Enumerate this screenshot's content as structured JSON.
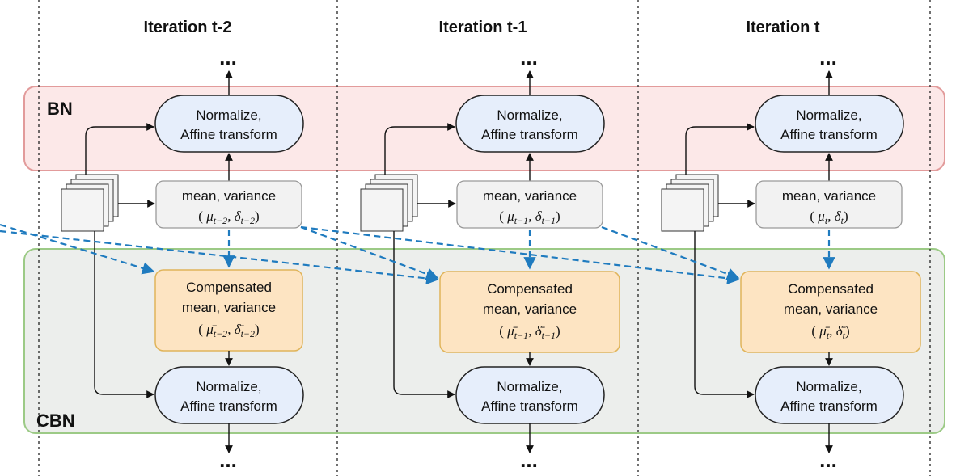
{
  "regions": {
    "bn_label": "BN",
    "cbn_label": "CBN"
  },
  "continuation": "...",
  "columns": [
    {
      "title": "Iteration t-2",
      "bn_box": [
        "Normalize,",
        "Affine transform"
      ],
      "stats_box": {
        "line1": "mean, variance",
        "mu_sub": "t−2",
        "delta_sub": "t−2"
      },
      "comp_box": {
        "line1": "Compensated",
        "line2": "mean, variance",
        "mu_sub": "t−2",
        "delta_sub": "t−2"
      },
      "cbn_box": [
        "Normalize,",
        "Affine transform"
      ]
    },
    {
      "title": "Iteration t-1",
      "bn_box": [
        "Normalize,",
        "Affine transform"
      ],
      "stats_box": {
        "line1": "mean, variance",
        "mu_sub": "t−1",
        "delta_sub": "t−1"
      },
      "comp_box": {
        "line1": "Compensated",
        "line2": "mean, variance",
        "mu_sub": "t−1",
        "delta_sub": "t−1"
      },
      "cbn_box": [
        "Normalize,",
        "Affine transform"
      ]
    },
    {
      "title": "Iteration t",
      "bn_box": [
        "Normalize,",
        "Affine transform"
      ],
      "stats_box": {
        "line1": "mean, variance",
        "mu_sub": "t",
        "delta_sub": "t"
      },
      "comp_box": {
        "line1": "Compensated",
        "line2": "mean, variance",
        "mu_sub": "t",
        "delta_sub": "t"
      },
      "cbn_box": [
        "Normalize,",
        "Affine transform"
      ]
    }
  ],
  "math_symbols": {
    "mu": "μ",
    "delta": "δ",
    "mu_bar": "μ̄",
    "delta_bar": "δ̄"
  },
  "colors": {
    "bn_fill": "#fce8e8",
    "bn_stroke": "#e29b9b",
    "cbn_fill": "#eceeec",
    "cbn_stroke": "#9cca86",
    "norm_fill": "#e6eefb",
    "norm_stroke": "#222222",
    "stats_fill": "#f2f2f2",
    "stats_stroke": "#9a9a9a",
    "comp_fill": "#fde4c2",
    "comp_stroke": "#e0b45a",
    "dashed_arrow": "#1f7bbf"
  }
}
